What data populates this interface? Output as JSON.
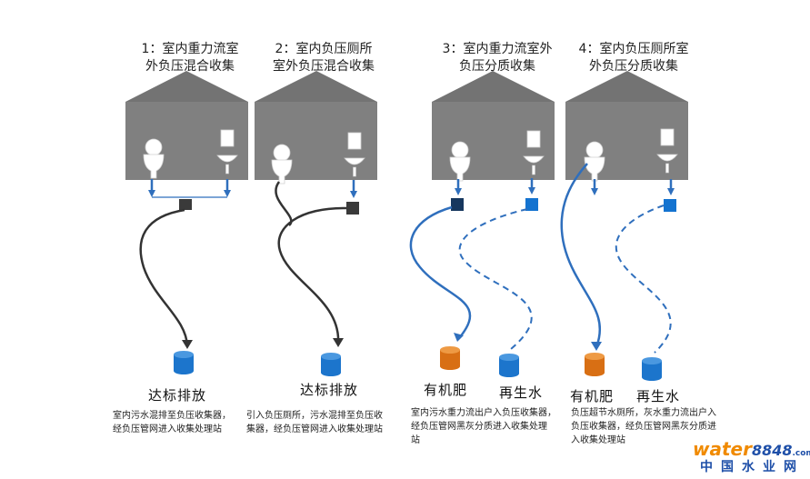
{
  "panels": [
    {
      "title": "1：室内重力流室\n外负压混合收集",
      "outputs": [
        "达标排放"
      ],
      "description": "室内污水混排至负压收集器，\n经负压管网进入收集处理站"
    },
    {
      "title": "2：室内负压厕所\n室外负压混合收集",
      "outputs": [
        "达标排放"
      ],
      "description": "引入负压厕所，污水混排至负压收\n集器，经负压管网进入收集处理站"
    },
    {
      "title": "3：室内重力流室外\n负压分质收集",
      "outputs": [
        "有机肥",
        "再生水"
      ],
      "description": "室内污水重力流出户入负压收集器，\n经负压管网黑灰分质进入收集处理\n站"
    },
    {
      "title": "4：室内负压厕所室\n外负压分质收集",
      "outputs": [
        "有机肥",
        "再生水"
      ],
      "description": "负压超节水厕所，灰水重力流出户入\n负压收集器，经负压管网黑灰分质进\n入收集处理站"
    }
  ],
  "logo": {
    "brand": "water",
    "number": "8848",
    "suffix": ".com",
    "sub": "中国水业网"
  },
  "colors": {
    "house": "#7f7f7f",
    "roof": "#727272",
    "dark_pipe": "#333333",
    "blue_pipe": "#2f6fbd",
    "blue_tank": "#1c75cc",
    "orange_tank": "#d86f14",
    "collector_dark": "#3a3a3a",
    "collector_navy": "#16375e",
    "collector_blue": "#1473d0"
  }
}
